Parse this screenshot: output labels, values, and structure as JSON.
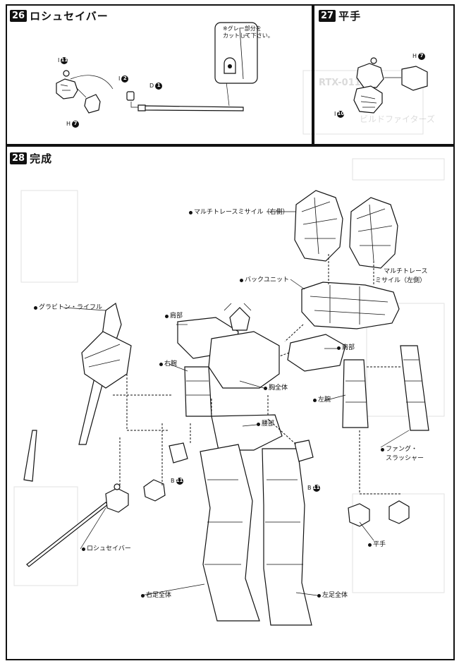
{
  "steps": {
    "s26": {
      "num": "26",
      "title": "ロシュセイバー",
      "note_line1": "※グレー部分を",
      "note_line2": "カットして下さい。",
      "parts": [
        {
          "letter": "I",
          "num": "11"
        },
        {
          "letter": "I",
          "num": "2"
        },
        {
          "letter": "D",
          "num": "1"
        },
        {
          "letter": "H",
          "num": "7"
        }
      ]
    },
    "s27": {
      "num": "27",
      "title": "平手",
      "parts": [
        {
          "letter": "H",
          "num": "7"
        },
        {
          "letter": "I",
          "num": "10"
        }
      ]
    },
    "s28": {
      "num": "28",
      "title": "完成"
    }
  },
  "labels": {
    "multi_right": "マルチトレースミサイル（右側）",
    "back_unit": "バックユニット",
    "multi_left_1": "マルチトレース",
    "multi_left_2": "ミサイル（左側）",
    "graviton": "グラビトン・ライフル",
    "shoulder_r": "肩部",
    "right_arm": "右腕",
    "chest": "胸全体",
    "shoulder_l": "肩部",
    "left_arm": "左腕",
    "waist": "腰部",
    "fang_1": "ファング・",
    "fang_2": "スラッシャー",
    "open_hand": "平手",
    "rosh_saber": "ロシュセイバー",
    "right_leg": "右足全体",
    "left_leg": "左足全体",
    "part_b_left": {
      "letter": "B",
      "num": "11"
    },
    "part_b_right": {
      "letter": "B",
      "num": "11"
    }
  },
  "background": {
    "side_code": "RTX-011",
    "side_text": "ビルドファイターズ"
  }
}
